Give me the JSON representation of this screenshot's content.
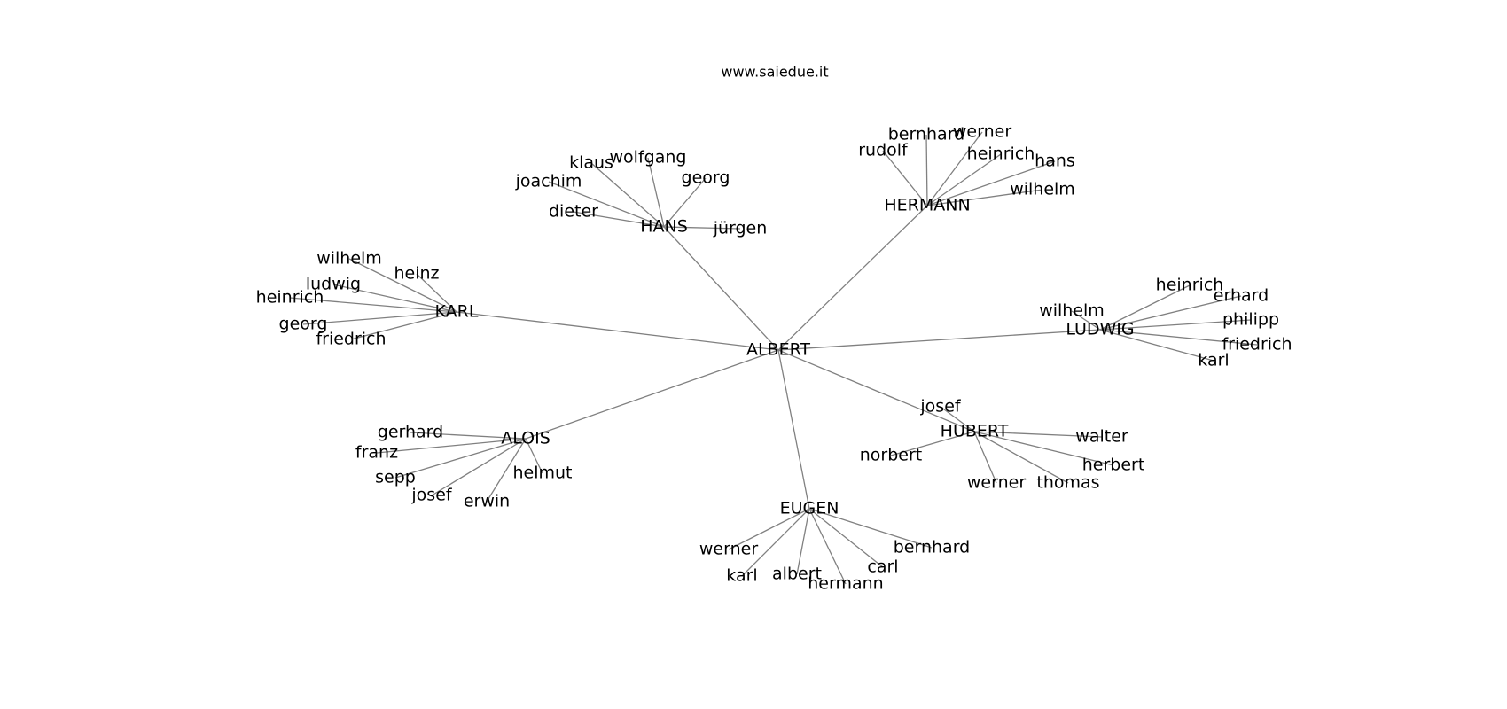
{
  "title": "www.saiedue.it",
  "root": "ALBERT",
  "groups": [
    {
      "id": "karl",
      "name": "KARL",
      "children": [
        "wilhelm",
        "heinz",
        "ludwig",
        "heinrich",
        "georg",
        "friedrich"
      ]
    },
    {
      "id": "hans",
      "name": "HANS",
      "children": [
        "klaus",
        "wolfgang",
        "joachim",
        "georg",
        "dieter",
        "jürgen"
      ]
    },
    {
      "id": "hermann",
      "name": "HERMANN",
      "children": [
        "bernhard",
        "werner",
        "rudolf",
        "heinrich",
        "hans",
        "wilhelm"
      ]
    },
    {
      "id": "ludwig",
      "name": "LUDWIG",
      "children": [
        "heinrich",
        "erhard",
        "wilhelm",
        "philipp",
        "friedrich",
        "karl"
      ]
    },
    {
      "id": "alois",
      "name": "ALOIS",
      "children": [
        "gerhard",
        "franz",
        "sepp",
        "josef",
        "erwin",
        "helmut"
      ]
    },
    {
      "id": "hubert",
      "name": "HUBERT",
      "children": [
        "josef",
        "walter",
        "norbert",
        "herbert",
        "werner",
        "thomas"
      ]
    },
    {
      "id": "eugen",
      "name": "EUGEN",
      "children": [
        "werner",
        "karl",
        "albert",
        "hermann",
        "carl",
        "bernhard"
      ]
    }
  ]
}
